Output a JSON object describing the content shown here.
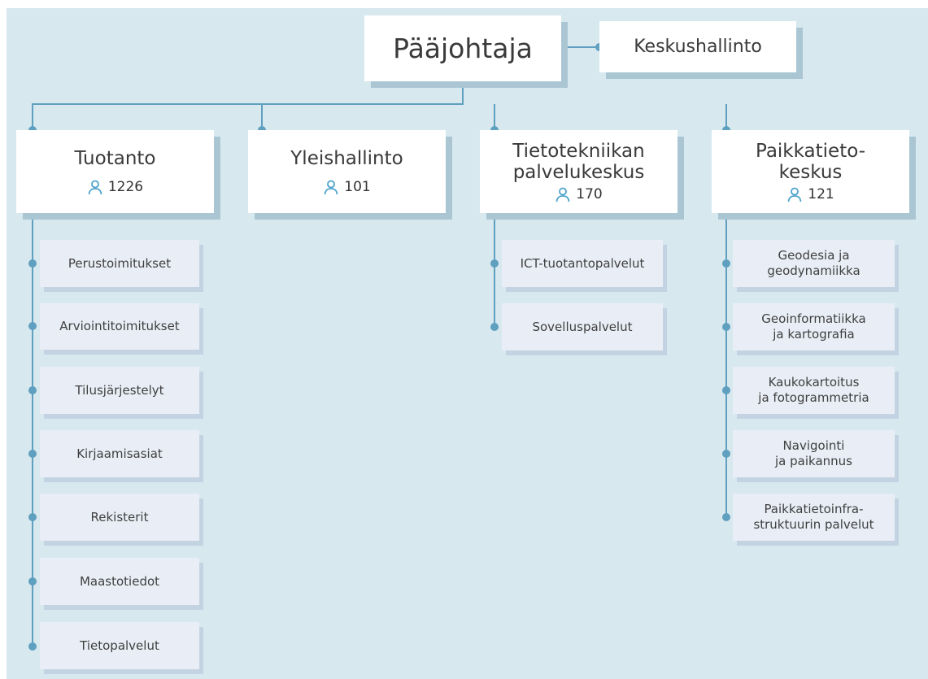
{
  "head": {
    "title": "Pääjohtaja"
  },
  "side": {
    "title": "Keskushallinto"
  },
  "units": [
    {
      "title": "Tuotanto",
      "count": "1226",
      "subunits": [
        "Perustoimitukset",
        "Arviointitoimitukset",
        "Tilusjärjestelyt",
        "Kirjaamisasiat",
        "Rekisterit",
        "Maastotiedot",
        "Tietopalvelut"
      ]
    },
    {
      "title": "Yleishallinto",
      "count": "101",
      "subunits": []
    },
    {
      "title": "Tietotekniikan\npalvelukeskus",
      "count": "170",
      "subunits": [
        "ICT-tuotantopalvelut",
        "Sovelluspalvelut"
      ]
    },
    {
      "title": "Paikkatieto-\nkeskus",
      "count": "121",
      "subunits": [
        "Geodesia ja\ngeodynamiikka",
        "Geoinformatiikka\nja kartografia",
        "Kaukokartoitus\nja fotogrammetria",
        "Navigointi\nja paikannus",
        "Paikkatietoinfra-\nstruktuurin palvelut"
      ]
    }
  ],
  "colors": {
    "background": "#d8e8ef",
    "connector": "#5f9fbf",
    "box": "#ffffff",
    "subunit": "#e9eef6",
    "icon": "#4da3cc"
  },
  "icons": {
    "staff": "person-icon"
  }
}
